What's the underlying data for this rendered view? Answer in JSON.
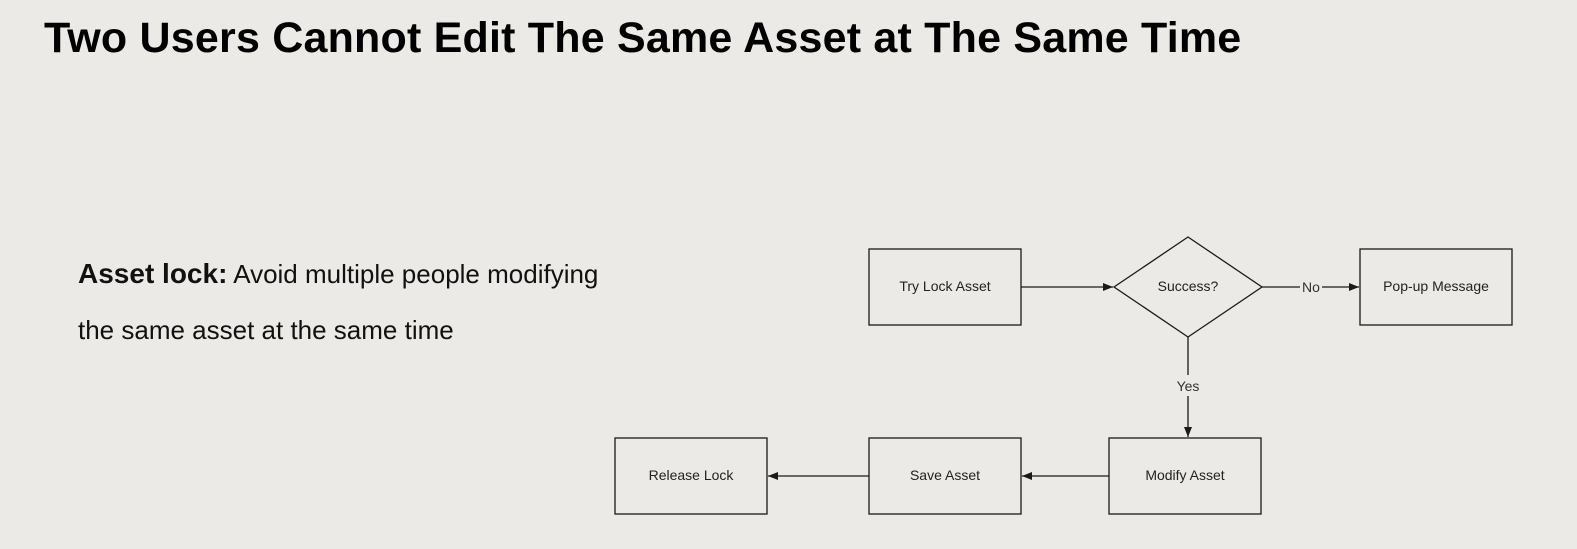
{
  "slide": {
    "title": "Two Users Cannot Edit The Same Asset at The Same Time"
  },
  "description": {
    "term": "Asset lock:",
    "text": "Avoid multiple people modifying the same asset at the same time"
  },
  "flowchart": {
    "nodes": {
      "try_lock": "Try Lock Asset",
      "success": "Success?",
      "popup": "Pop-up Message",
      "modify": "Modify Asset",
      "save": "Save Asset",
      "release": "Release Lock"
    },
    "edges": {
      "no_label": "No",
      "yes_label": "Yes"
    },
    "colors": {
      "stroke": "#1a1a1a",
      "node_fill": "#ebeae6"
    }
  }
}
